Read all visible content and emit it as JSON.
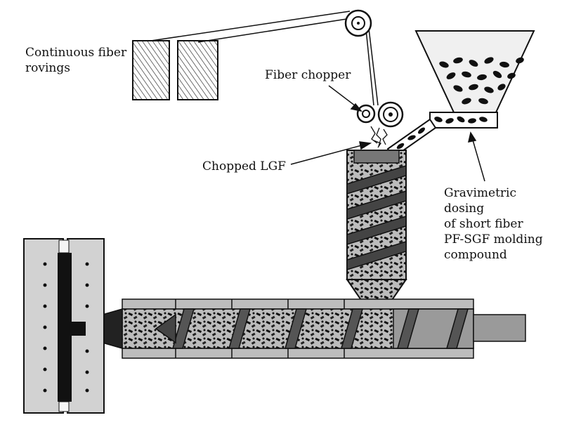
{
  "labels": {
    "rovings": [
      "Continuous fiber",
      "rovings"
    ],
    "chopper": "Fiber chopper",
    "chopped": "Chopped LGF",
    "dosing": [
      "Gravimetric",
      "dosing",
      "of short fiber",
      "PF-SGF molding",
      "compound"
    ]
  },
  "colors": {
    "ink": "#111111",
    "barrel": "#9a9a9a",
    "mold": "#d2d2d2",
    "hopper": "#f0f0f0"
  }
}
